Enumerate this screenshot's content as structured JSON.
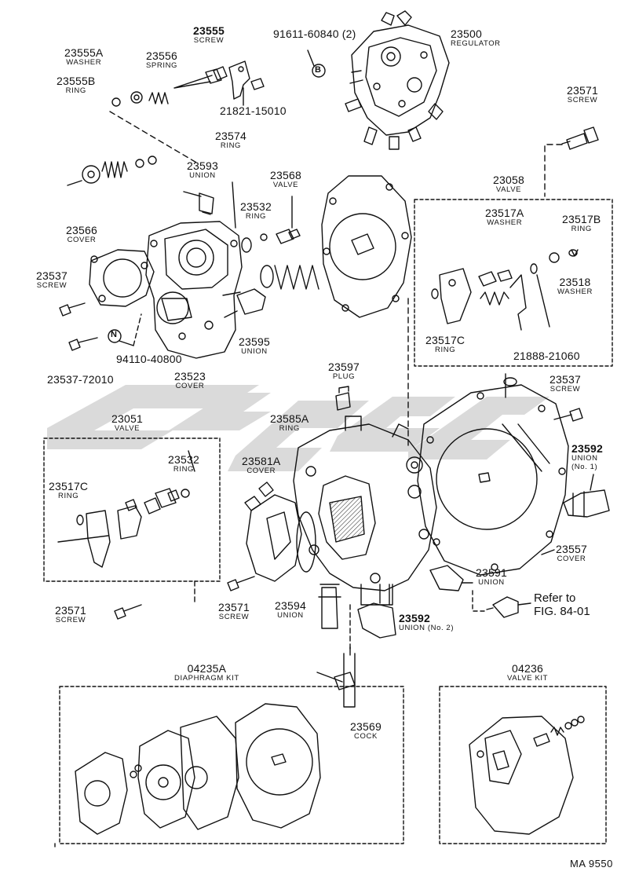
{
  "callouts": {
    "p23555": {
      "number": "23555",
      "name": "SCREW"
    },
    "p23555A": {
      "number": "23555A",
      "name": "WASHER"
    },
    "p23556": {
      "number": "23556",
      "name": "SPRING"
    },
    "p23555B": {
      "number": "23555B",
      "name": "RING"
    },
    "p21821": {
      "number": "21821-15010",
      "name": ""
    },
    "p91611": {
      "number": "91611-60840 (2)",
      "name": ""
    },
    "p23500": {
      "number": "23500",
      "name": "REGULATOR"
    },
    "p23571a": {
      "number": "23571",
      "name": "SCREW"
    },
    "p23574": {
      "number": "23574",
      "name": "RING"
    },
    "p23593": {
      "number": "23593",
      "name": "UNION"
    },
    "p23568": {
      "number": "23568",
      "name": "VALVE"
    },
    "p23532a": {
      "number": "23532",
      "name": "RING"
    },
    "p23566": {
      "number": "23566",
      "name": "COVER"
    },
    "p23537a": {
      "number": "23537",
      "name": "SCREW"
    },
    "p23058": {
      "number": "23058",
      "name": "VALVE"
    },
    "p23517A": {
      "number": "23517A",
      "name": "WASHER"
    },
    "p23517B": {
      "number": "23517B",
      "name": "RING"
    },
    "p23518": {
      "number": "23518",
      "name": "WASHER"
    },
    "p23517Ca": {
      "number": "23517C",
      "name": "RING"
    },
    "p21888": {
      "number": "21888-21060",
      "name": ""
    },
    "p94110": {
      "number": "94110-40800",
      "name": ""
    },
    "p23537b": {
      "number": "23537-72010",
      "name": ""
    },
    "p23523": {
      "number": "23523",
      "name": "COVER"
    },
    "p23595": {
      "number": "23595",
      "name": "UNION"
    },
    "p23597": {
      "number": "23597",
      "name": "PLUG"
    },
    "p23537c": {
      "number": "23537",
      "name": "SCREW"
    },
    "p23051": {
      "number": "23051",
      "name": "VALVE"
    },
    "p23585A": {
      "number": "23585A",
      "name": "RING"
    },
    "p23592a": {
      "number": "23592",
      "name": "UNION",
      "extra": "(No. 1)"
    },
    "p23532b": {
      "number": "23532",
      "name": "RING"
    },
    "p23581A": {
      "number": "23581A",
      "name": "COVER"
    },
    "p23517Cb": {
      "number": "23517C",
      "name": "RING"
    },
    "p23557": {
      "number": "23557",
      "name": "COVER"
    },
    "p23591": {
      "number": "23591",
      "name": "UNION"
    },
    "p23571b": {
      "number": "23571",
      "name": "SCREW"
    },
    "p23571c": {
      "number": "23571",
      "name": "SCREW"
    },
    "p23594": {
      "number": "23594",
      "name": "UNION"
    },
    "p23592b": {
      "number": "23592",
      "name": "UNION (No. 2)"
    },
    "p04235A": {
      "number": "04235A",
      "name": "DIAPHRAGM KIT"
    },
    "p04236": {
      "number": "04236",
      "name": "VALVE KIT"
    },
    "p23569": {
      "number": "23569",
      "name": "COCK"
    }
  },
  "markers": {
    "N": "N",
    "B": "B"
  },
  "refer": {
    "line1": "Refer to",
    "line2": "FIG. 84-01"
  },
  "figure_code": "MA 9550",
  "colors": {
    "ink": "#111111",
    "watermark": "#cfcfcf",
    "paper": "#ffffff"
  }
}
